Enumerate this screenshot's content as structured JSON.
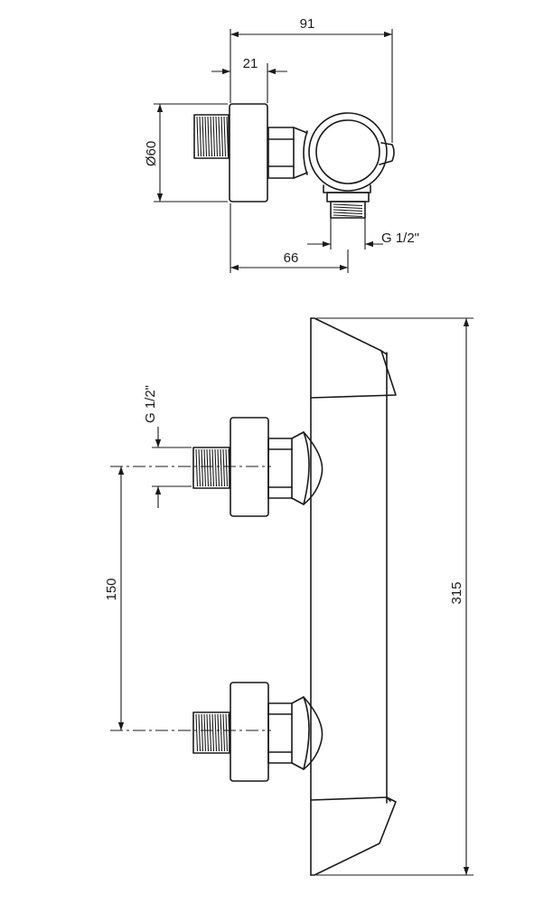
{
  "dimensions": {
    "top_width": "91",
    "flange_width": "21",
    "diameter": "Ø60",
    "outlet_offset": "66",
    "outlet_thread": "G 1/2\"",
    "inlet_thread": "G 1/2\"",
    "inlet_spacing": "150",
    "total_length": "315"
  }
}
